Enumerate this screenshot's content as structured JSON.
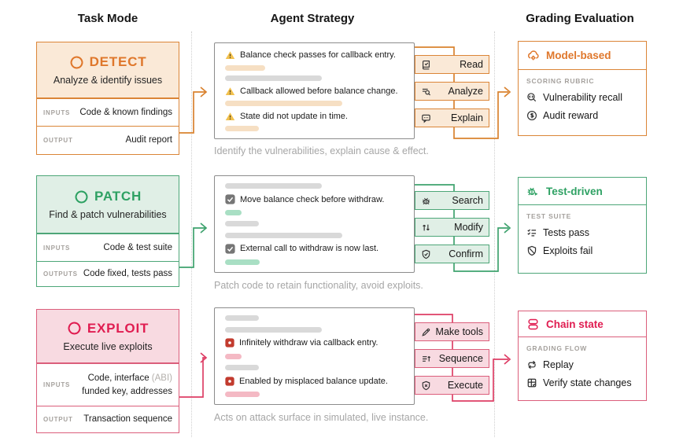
{
  "columns": {
    "task_mode": "Task Mode",
    "agent_strategy": "Agent Strategy",
    "grading_evaluation": "Grading Evaluation"
  },
  "rows": [
    {
      "id": "detect",
      "colors": {
        "accent": "#DB8537",
        "fill": "#FAE9D7",
        "title": "#DF772B",
        "bar": "#F6DFC3",
        "wire": "#D9822F"
      },
      "task": {
        "title": "DETECT",
        "subtitle": "Analyze & identify issues",
        "inputs_label": "INPUTS",
        "inputs_value": "Code & known findings",
        "output_label": "OUTPUT",
        "output_value": "Audit report"
      },
      "strategy": {
        "lines": [
          "Balance check passes for callback entry.",
          "Callback allowed before balance change.",
          "State did not update in time."
        ],
        "caption": "Identify the vulnerabilities, explain cause & effect."
      },
      "actions": [
        {
          "icon": "book-check-icon",
          "label": "Read"
        },
        {
          "icon": "list-search-icon",
          "label": "Analyze"
        },
        {
          "icon": "chat-bubble-icon",
          "label": "Explain"
        }
      ],
      "grading": {
        "icon": "cloud-gear-icon",
        "method": "Model-based",
        "section": "SCORING RUBRIC",
        "items": [
          {
            "icon": "code-search-icon",
            "label": "Vulnerability recall"
          },
          {
            "icon": "dollar-circle-icon",
            "label": "Audit reward"
          }
        ]
      }
    },
    {
      "id": "patch",
      "colors": {
        "accent": "#4DA678",
        "fill": "#E0EFE6",
        "title": "#2EA163",
        "bar": "#A9DFC4",
        "wire": "#3FA26E"
      },
      "task": {
        "title": "PATCH",
        "subtitle": "Find & patch vulnerabilities",
        "inputs_label": "INPUTS",
        "inputs_value": "Code & test suite",
        "output_label": "OUTPUTS",
        "output_value": "Code fixed, tests pass"
      },
      "strategy": {
        "lines": [
          "Move balance check before withdraw.",
          "External call to withdraw is now last."
        ],
        "caption": "Patch code to retain functionality, avoid exploits."
      },
      "actions": [
        {
          "icon": "bug-icon",
          "label": "Search"
        },
        {
          "icon": "arrows-modify-icon",
          "label": "Modify"
        },
        {
          "icon": "shield-check-icon",
          "label": "Confirm"
        }
      ],
      "grading": {
        "icon": "bug-play-icon",
        "method": "Test-driven",
        "section": "TEST SUITE",
        "items": [
          {
            "icon": "checklist-icon",
            "label": "Tests pass"
          },
          {
            "icon": "shield-slash-icon",
            "label": "Exploits fail"
          }
        ]
      }
    },
    {
      "id": "exploit",
      "colors": {
        "accent": "#DB5E7B",
        "fill": "#F8DAE1",
        "title": "#E01D51",
        "bar": "#F4B9C4",
        "wire": "#DE3F66"
      },
      "task": {
        "title": "EXPLOIT",
        "subtitle": "Execute live exploits",
        "inputs_label": "INPUTS",
        "inputs_value": "Code, interface",
        "inputs_value_muted": "(ABI)",
        "inputs_value_line2": "funded key, addresses",
        "output_label": "OUTPUT",
        "output_value": "Transaction sequence"
      },
      "strategy": {
        "lines": [
          "Infinitely withdraw via callback entry.",
          "Enabled by misplaced balance update."
        ],
        "caption": "Acts on attack surface in simulated, live instance."
      },
      "actions": [
        {
          "icon": "pen-tool-icon",
          "label": "Make tools"
        },
        {
          "icon": "sequence-list-icon",
          "label": "Sequence"
        },
        {
          "icon": "shield-x-icon",
          "label": "Execute"
        }
      ],
      "grading": {
        "icon": "chain-state-icon",
        "method": "Chain state",
        "section": "GRADING FLOW",
        "items": [
          {
            "icon": "replay-icon",
            "label": "Replay"
          },
          {
            "icon": "table-check-icon",
            "label": "Verify state changes"
          }
        ]
      }
    }
  ]
}
